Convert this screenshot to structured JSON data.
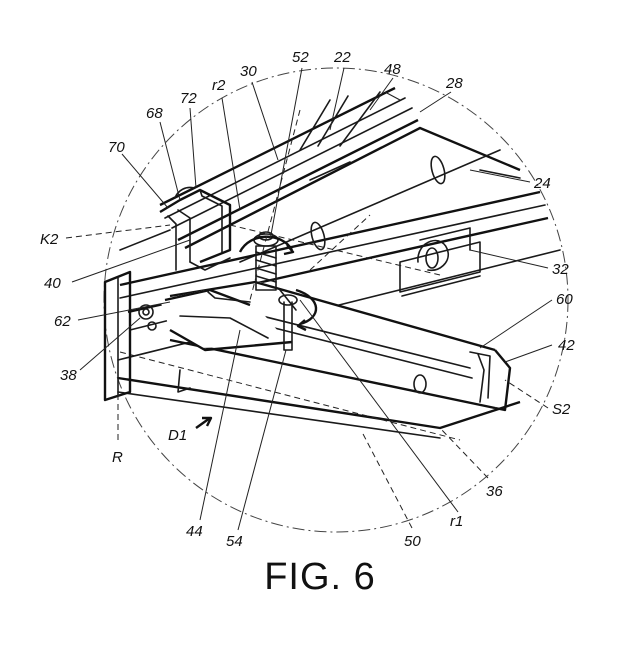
{
  "figure": {
    "caption": "FIG. 6",
    "reference_labels": [
      {
        "id": "52",
        "text": "52"
      },
      {
        "id": "30",
        "text": "30"
      },
      {
        "id": "22",
        "text": "22"
      },
      {
        "id": "48",
        "text": "48"
      },
      {
        "id": "r2",
        "text": "r2"
      },
      {
        "id": "28",
        "text": "28"
      },
      {
        "id": "68",
        "text": "68"
      },
      {
        "id": "72",
        "text": "72"
      },
      {
        "id": "70",
        "text": "70"
      },
      {
        "id": "24",
        "text": "24"
      },
      {
        "id": "K2",
        "text": "K2"
      },
      {
        "id": "32",
        "text": "32"
      },
      {
        "id": "40",
        "text": "40"
      },
      {
        "id": "60",
        "text": "60"
      },
      {
        "id": "62",
        "text": "62"
      },
      {
        "id": "42",
        "text": "42"
      },
      {
        "id": "38",
        "text": "38"
      },
      {
        "id": "S2",
        "text": "S2"
      },
      {
        "id": "D1",
        "text": "D1"
      },
      {
        "id": "R",
        "text": "R"
      },
      {
        "id": "36",
        "text": "36"
      },
      {
        "id": "r1",
        "text": "r1"
      },
      {
        "id": "44",
        "text": "44"
      },
      {
        "id": "54",
        "text": "54"
      },
      {
        "id": "50",
        "text": "50"
      }
    ]
  }
}
